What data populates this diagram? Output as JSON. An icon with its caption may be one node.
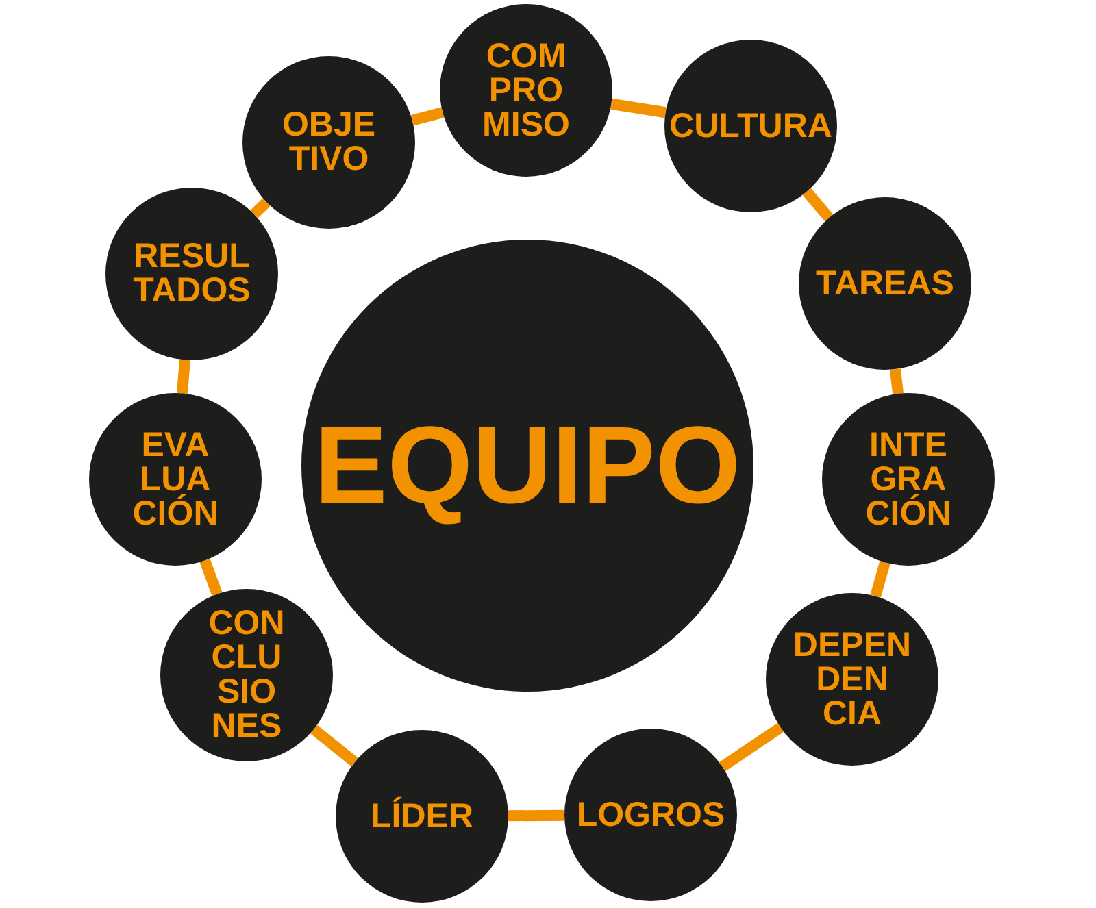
{
  "diagram": {
    "nodes": [
      {
        "text": [
          "EQUIPO"
        ]
      },
      {
        "text": [
          "COM PRO MISO"
        ]
      },
      {
        "text": [
          "CULTURA"
        ]
      },
      {
        "text": [
          "TAREAS"
        ]
      },
      {
        "text": [
          "INTE GRA CIÓN"
        ]
      },
      {
        "text": [
          "DEPEN DEN CIA"
        ]
      },
      {
        "text": [
          "LOGROS"
        ]
      },
      {
        "text": [
          "LÍDER"
        ]
      },
      {
        "text": [
          "CON CLU SIO NES"
        ]
      },
      {
        "text": [
          "EVA LUA CIÓN"
        ]
      },
      {
        "text": [
          "RESUL TADOS"
        ]
      },
      {
        "text": [
          "OBJE TIVO"
        ]
      }
    ],
    "edges": [
      {
        "from": 1,
        "to": 2,
        "arrow": "none"
      },
      {
        "from": 2,
        "to": 3,
        "arrow": "none"
      },
      {
        "from": 3,
        "to": 4,
        "arrow": "none"
      },
      {
        "from": 4,
        "to": 5,
        "arrow": "none"
      },
      {
        "from": 5,
        "to": 6,
        "arrow": "none"
      },
      {
        "from": 6,
        "to": 7,
        "arrow": "none"
      },
      {
        "from": 7,
        "to": 8,
        "arrow": "none"
      },
      {
        "from": 8,
        "to": 9,
        "arrow": "none"
      },
      {
        "from": 9,
        "to": 10,
        "arrow": "none"
      },
      {
        "from": 10,
        "to": 11,
        "arrow": "none"
      },
      {
        "from": 11,
        "to": 1,
        "arrow": "none"
      }
    ]
  }
}
